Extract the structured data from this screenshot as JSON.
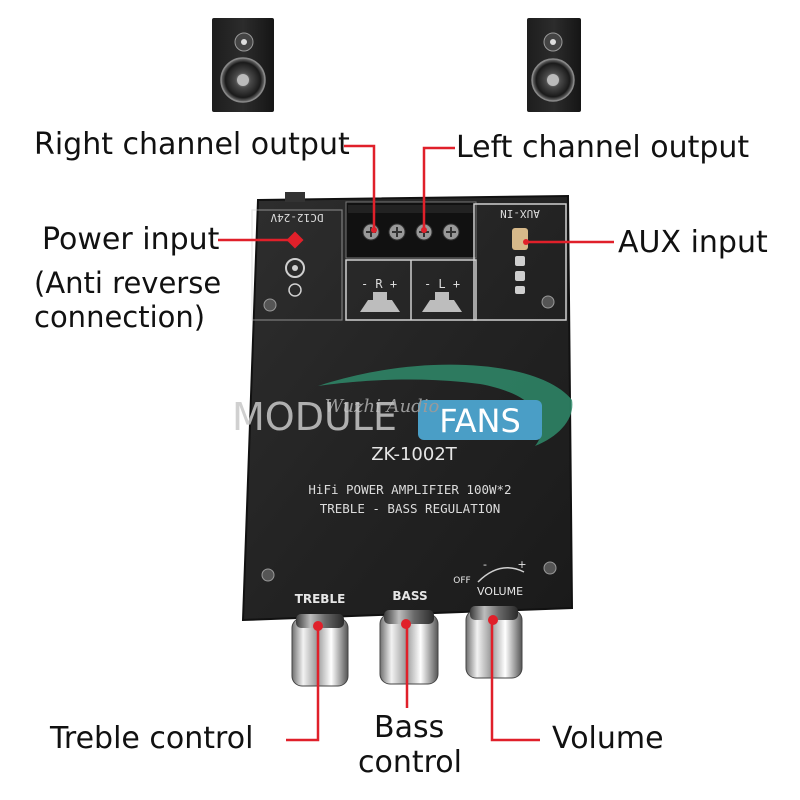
{
  "labels": {
    "right_channel_output": "Right channel output",
    "left_channel_output": "Left channel output",
    "power_input": "Power input",
    "power_input_note_line1": "(Anti reverse",
    "power_input_note_line2": "connection)",
    "aux_input": "AUX input",
    "treble_control": "Treble control",
    "bass_control_line1": "Bass",
    "bass_control_line2": "control",
    "volume": "Volume"
  },
  "board": {
    "power_label": "DC12-24V",
    "aux_label": "AUX-IN",
    "right_polarity": "- R +",
    "left_polarity": "- L +",
    "script_logo": "Wuzhi Audio",
    "model": "ZK-1002T",
    "description_line1": "HiFi POWER AMPLIFIER 100W*2",
    "description_line2": "TREBLE - BASS  REGULATION",
    "knob_treble": "TREBLE",
    "knob_bass": "BASS",
    "knob_volume": "VOLUME",
    "volume_off": "OFF",
    "volume_minus": "-",
    "volume_plus": "+"
  },
  "watermark": {
    "text_left": "MODULE",
    "text_right": "FANS"
  },
  "colors": {
    "leader_line": "#e0202a",
    "board": "#2a2a2a",
    "watermark_box": "#4a9ec6",
    "watermark_swoosh": "#2f8a6a"
  },
  "icons": [
    "speaker-right-icon",
    "speaker-left-icon"
  ]
}
